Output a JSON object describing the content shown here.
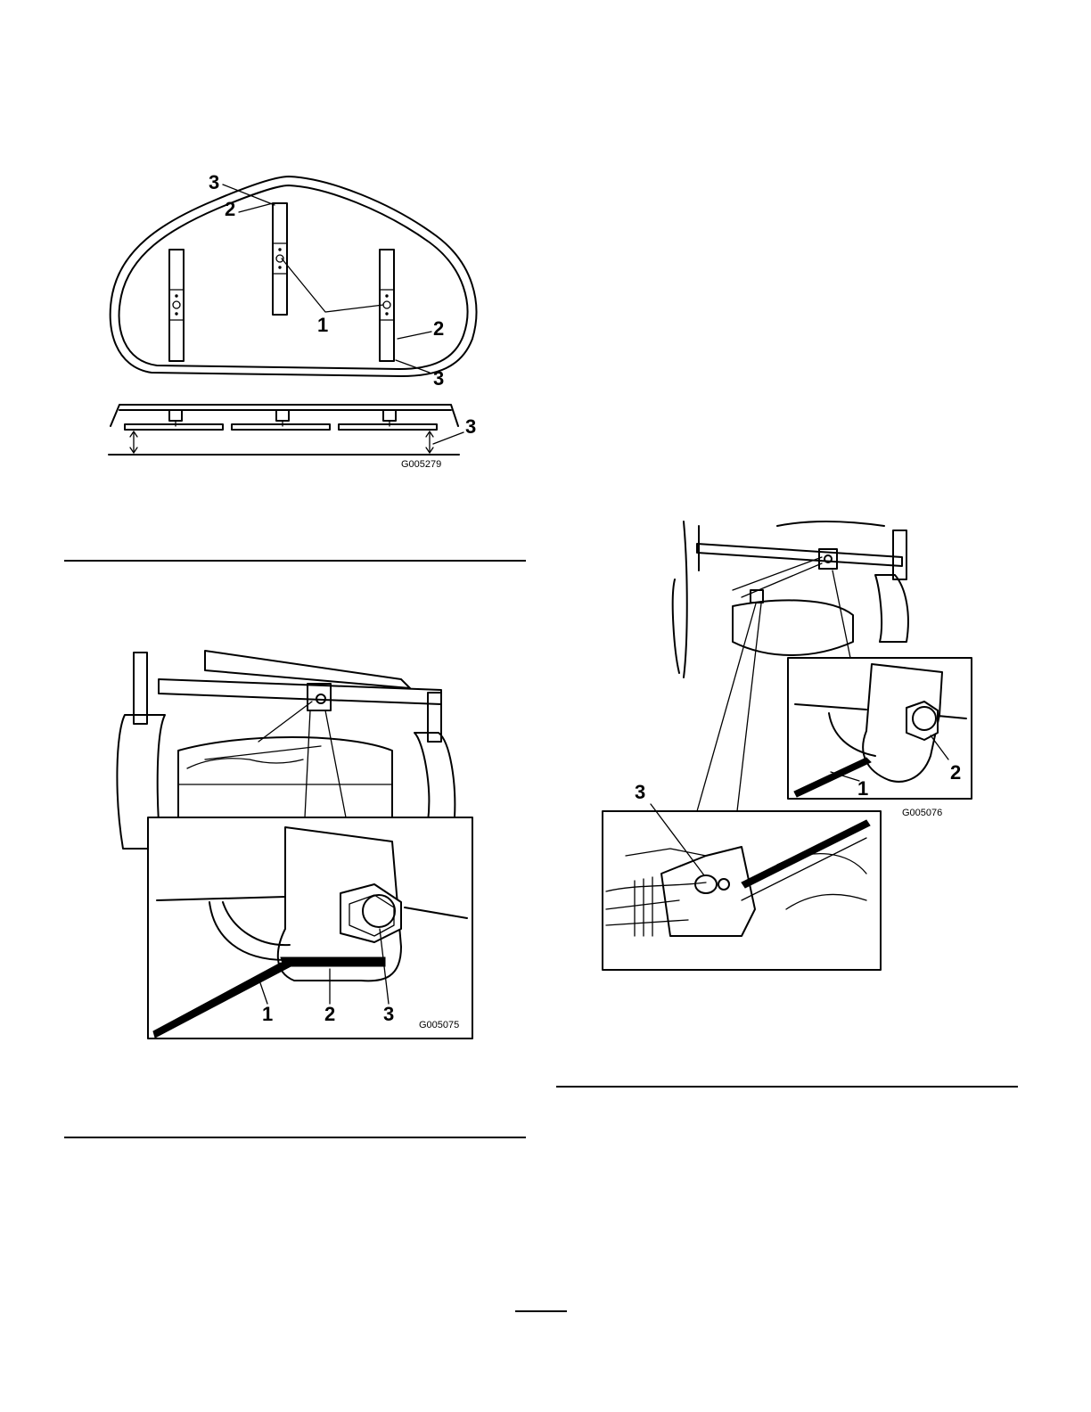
{
  "figures": {
    "blades": {
      "id": "G005279",
      "callouts": {
        "c1": "1",
        "c2a": "2",
        "c2b": "2",
        "c3a": "3",
        "c3b": "3",
        "c3c": "3"
      }
    },
    "front_adjust": {
      "id": "G005075",
      "callouts": {
        "c1": "1",
        "c2": "2",
        "c3": "3"
      }
    },
    "rear_adjust": {
      "id": "G005076",
      "callouts": {
        "c1": "1",
        "c2": "2",
        "c3": "3"
      }
    }
  }
}
